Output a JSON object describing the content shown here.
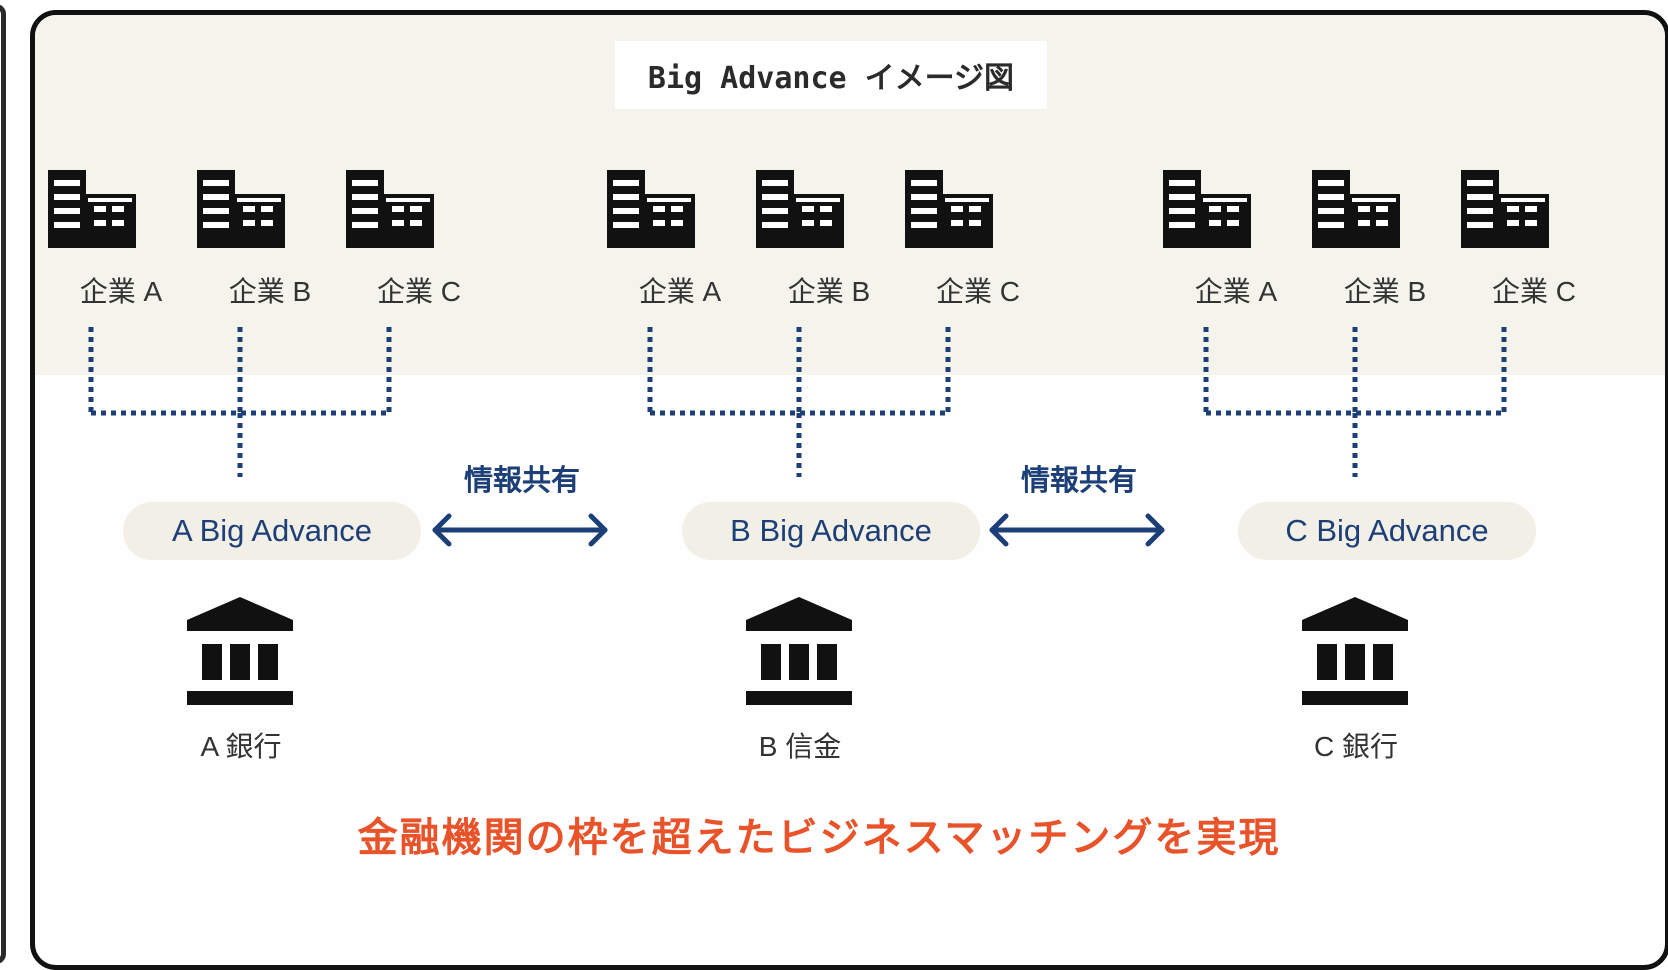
{
  "title": "Big Advance イメージ図",
  "groups": [
    {
      "companies": [
        "企業 A",
        "企業 B",
        "企業 C"
      ],
      "platform": "A Big Advance",
      "bank": "A 銀行"
    },
    {
      "companies": [
        "企業 A",
        "企業 B",
        "企業 C"
      ],
      "platform": "B Big Advance",
      "bank": "B 信金"
    },
    {
      "companies": [
        "企業 A",
        "企業 B",
        "企業 C"
      ],
      "platform": "C Big Advance",
      "bank": "C 銀行"
    }
  ],
  "links": [
    {
      "label": "情報共有"
    },
    {
      "label": "情報共有"
    }
  ],
  "tagline": "金融機関の枠を超えたビジネスマッチングを実現",
  "colors": {
    "band": "#f4f3ec",
    "pill": "#f2efe6",
    "navy": "#1d3f78",
    "accent": "#e8532a",
    "icon": "#111111"
  },
  "icons": {
    "company": "office-building-icon",
    "bank": "bank-building-icon",
    "link": "double-arrow-icon"
  }
}
